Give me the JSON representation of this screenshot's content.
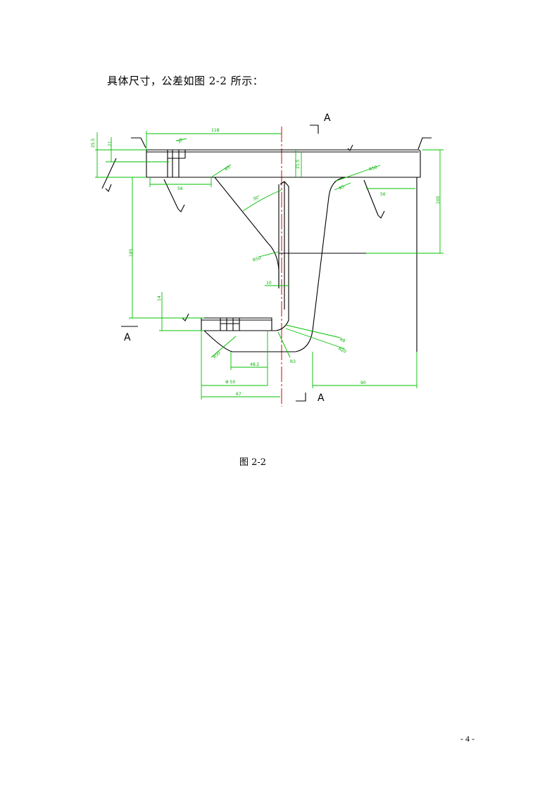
{
  "intro_text": "具体尺寸，公差如图 2-2 所示：",
  "figure": {
    "caption": "图 2-2",
    "section_label": "A",
    "dims": {
      "d118": "118",
      "d21": "21",
      "d30": "30",
      "d21_5": "21.5",
      "dR5": "R5",
      "dR50_top": "R50",
      "dR5_top": "R5",
      "dR50_left": "R50",
      "d56_left": "56",
      "d56_right": "56",
      "d30deg": "30°",
      "d100": "100",
      "d185": "185",
      "d10": "10",
      "d14": "14",
      "dR8": "R8",
      "dR20": "R20",
      "d50b": "R50",
      "d48_2": "48.2",
      "d50": "Φ 50",
      "d67": "67",
      "dR3": "R3",
      "d90": "90",
      "d2515": "25.5"
    }
  },
  "page_number": "- 4 -"
}
